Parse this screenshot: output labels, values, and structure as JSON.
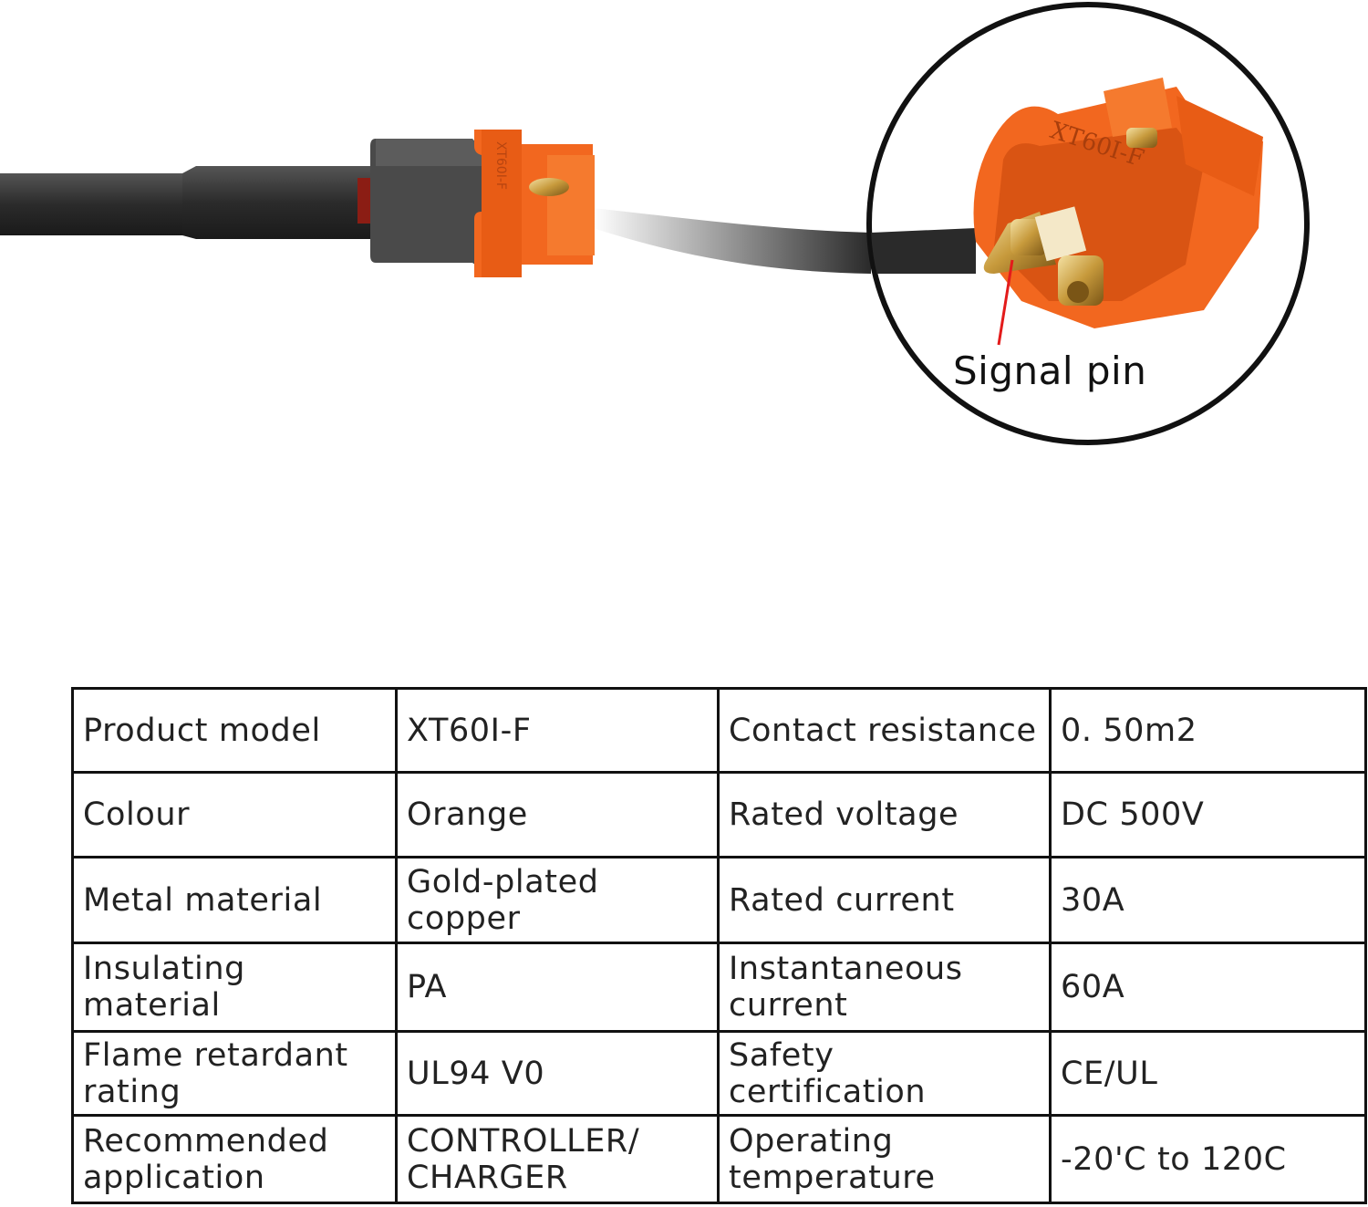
{
  "callout": {
    "label": "Signal pin"
  },
  "connector": {
    "housing_marking": "XT60I-F"
  },
  "colors": {
    "housing": "#f2671f",
    "cable": "#333333",
    "pin": "#c9a24a",
    "pointer": "#e31b1b"
  },
  "spec_table": {
    "rows": [
      {
        "label_a": "Product model",
        "value_a": "XT60I-F",
        "label_b": "Contact resistance",
        "value_b": "0. 50m2"
      },
      {
        "label_a": "Colour",
        "value_a": "Orange",
        "label_b": "Rated voltage",
        "value_b": "DC 500V"
      },
      {
        "label_a": "Metal material",
        "value_a": "Gold-plated copper",
        "label_b": "Rated current",
        "value_b": "30A"
      },
      {
        "label_a": "Insulating material",
        "value_a": "PA",
        "label_b": "Instantaneous current",
        "value_b": "60A"
      },
      {
        "label_a": "Flame retardant rating",
        "value_a": "UL94 V0",
        "label_b": "Safety certification",
        "value_b": "CE/UL"
      },
      {
        "label_a": "Recommended application",
        "value_a": "CONTROLLER/ CHARGER",
        "label_b": "Operating temperature",
        "value_b": "-20'C to 120C"
      }
    ]
  }
}
